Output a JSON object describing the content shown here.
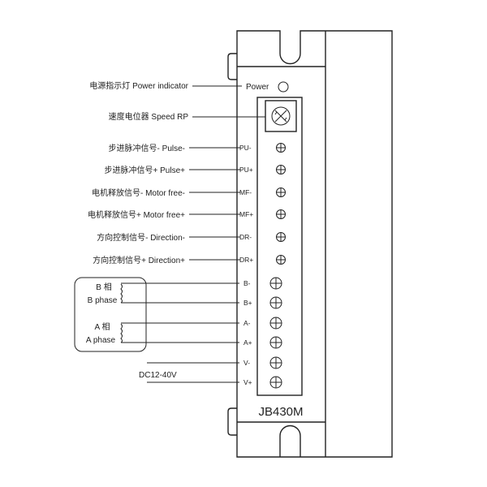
{
  "model": "JB430M",
  "power": {
    "label": "Power",
    "description": "电源指示灯 Power indicator"
  },
  "speed": {
    "description": "速度电位器 Speed RP"
  },
  "signals": [
    {
      "terminal": "PU-",
      "description": "步进脉冲信号- Pulse-"
    },
    {
      "terminal": "PU+",
      "description": "步进脉冲信号+ Pulse+"
    },
    {
      "terminal": "MF-",
      "description": "电机释放信号- Motor free-"
    },
    {
      "terminal": "MF+",
      "description": "电机释放信号+ Motor free+"
    },
    {
      "terminal": "DR-",
      "description": "方向控制信号- Direction-"
    },
    {
      "terminal": "DR+",
      "description": "方向控制信号+ Direction+"
    }
  ],
  "motor": {
    "b_phase_cn": "B 相",
    "b_phase_en": "B phase",
    "a_phase_cn": "A 相",
    "a_phase_en": "A phase"
  },
  "power_terminals": [
    "B-",
    "B+",
    "A-",
    "A+",
    "V-",
    "V+"
  ],
  "supply_label": "DC12-40V"
}
